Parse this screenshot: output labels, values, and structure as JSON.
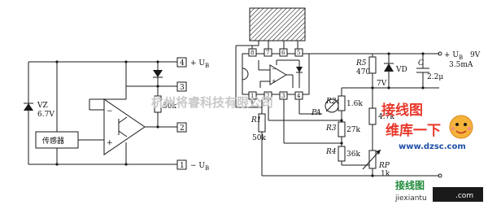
{
  "left_circuit": {
    "terminals": [
      "4",
      "3",
      "2",
      "1"
    ],
    "supply_plus_label": "+ U",
    "supply_plus_sub": "B",
    "supply_minus_label": "− U",
    "supply_minus_sub": "B",
    "zener_name": "VZ",
    "zener_value": "6.7V",
    "resistor_value": "50k",
    "sensor_label": "传感器",
    "opamp_minus": "−",
    "opamp_plus": "+"
  },
  "right_circuit": {
    "pins_top": [
      "8",
      "7",
      "6",
      "5"
    ],
    "pins_bottom": [
      "1",
      "2",
      "3",
      "4"
    ],
    "r5_name": "R5",
    "r5_value": "470",
    "vd_label": "VD",
    "c_name": "C",
    "c_value": "2.2μ",
    "supply_label": "+ U",
    "supply_sub": "B",
    "supply_value": "9V",
    "supply_current": "3.5mA",
    "node_voltage": "7V",
    "r2_name": "R2",
    "r2_value": "1.6k",
    "r3_name": "R3",
    "r3_value": "27k",
    "r4_name": "R4",
    "r4_value": "36k",
    "r1_name": "R1",
    "r1_value": "50k",
    "r_47k": "4.7k",
    "meter_label": "PA",
    "rp_name": "RP",
    "rp_value": "1k"
  },
  "watermarks": {
    "center": "杭州将睿科技有限公司",
    "brand_top": "接线图",
    "brand_main": "维库一下",
    "brand_site": "www.dzsc.com",
    "footer_cn": "接线图",
    "footer_site": ".com",
    "footer_url": "jiexiantu"
  }
}
